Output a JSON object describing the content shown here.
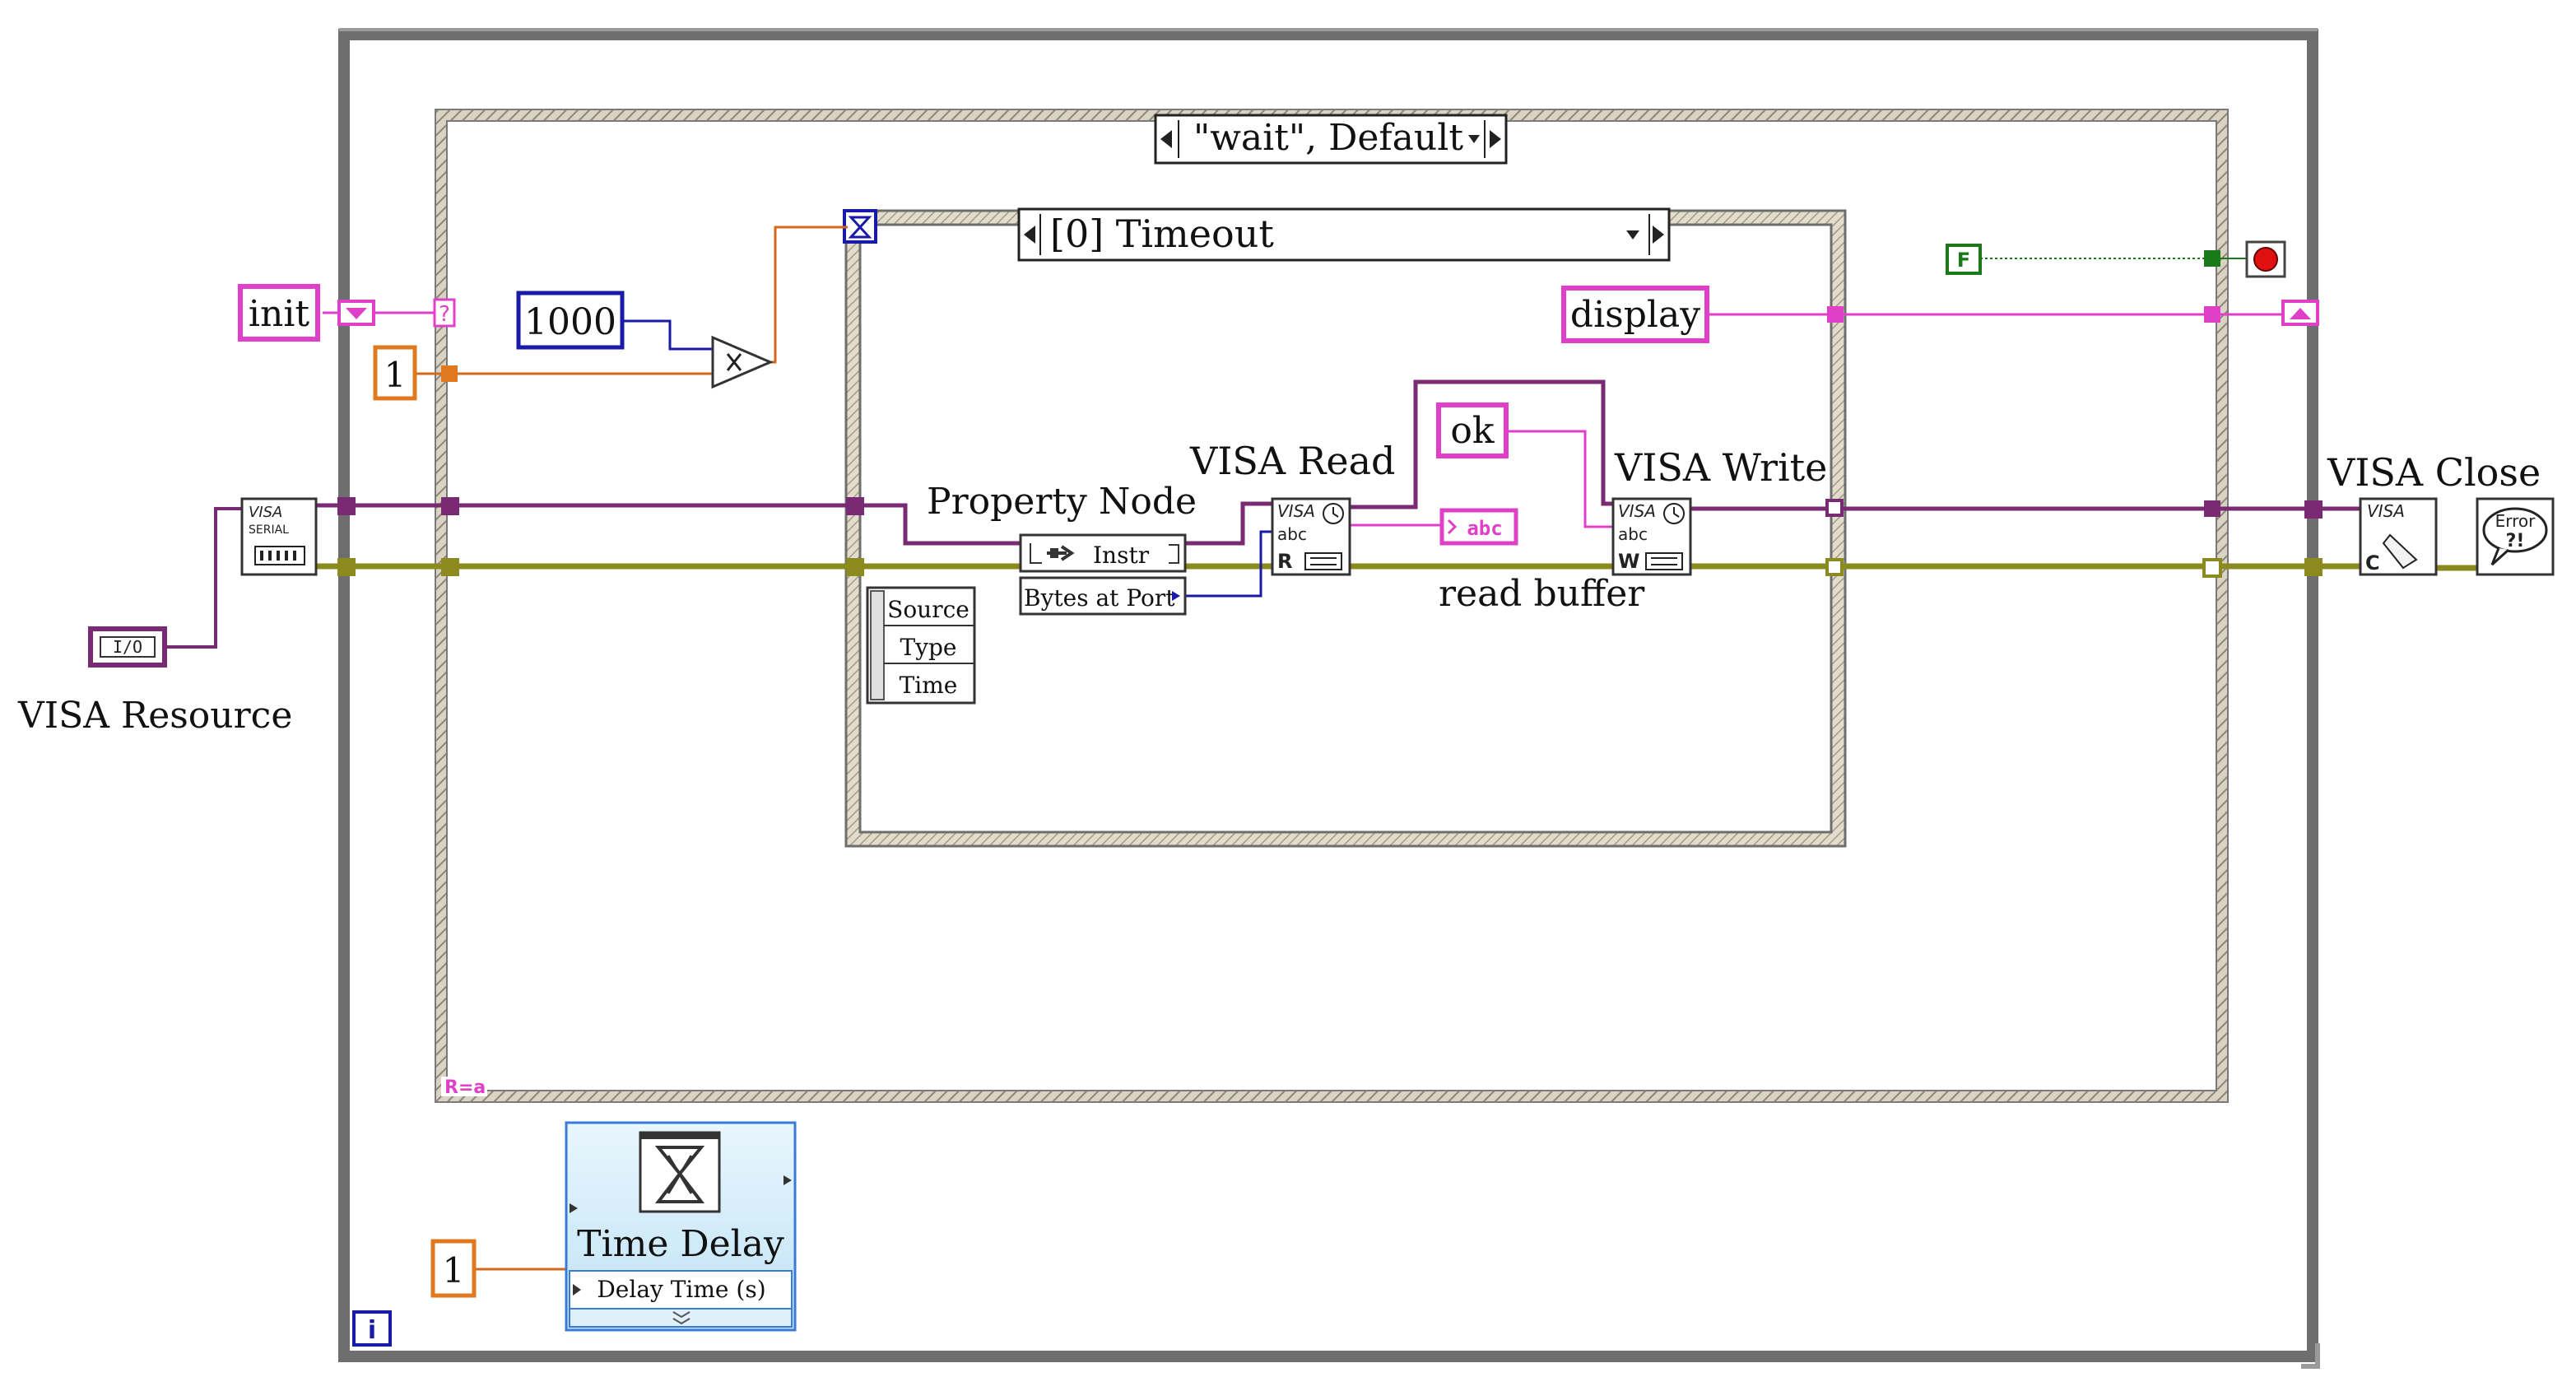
{
  "case_selector": {
    "label": "\"wait\", Default"
  },
  "event_selector": {
    "label": "[0] Timeout"
  },
  "constants": {
    "init": "init",
    "one_top": "1",
    "thousand": "1000",
    "display": "display",
    "ok": "ok",
    "one_bottom": "1",
    "false_const": "F"
  },
  "labels": {
    "visa_resource": "VISA Resource",
    "property_node": "Property Node",
    "visa_read": "VISA Read",
    "visa_write": "VISA Write",
    "visa_close": "VISA Close",
    "read_buffer": "read buffer"
  },
  "property_node": {
    "class": "Instr",
    "property": "Bytes at Port"
  },
  "event_data": [
    "Source",
    "Type",
    "Time"
  ],
  "time_delay": {
    "title": "Time Delay",
    "input": "Delay Time (s)"
  },
  "terminals": {
    "loop_iteration": "i",
    "case_tunnel_question": "?",
    "abc": "abc",
    "io_resource": "I/O",
    "visa_serial_1": "VISA",
    "visa_serial_2": "SERIAL",
    "visa_icon": "VISA",
    "abc_small": "abc",
    "r_letter": "R",
    "w_letter": "W",
    "c_letter": "C",
    "error_text": "Error",
    "error_mark": "?!",
    "shift_reg": "R=a"
  },
  "colors": {
    "string_wire": "#e040c8",
    "visa_wire": "#7a2a72",
    "error_wire": "#8a8a1e",
    "numeric_wire_int": "#1a1aa8",
    "numeric_wire_dbl": "#d2691e",
    "boolean_wire": "#1a7a1a",
    "structure_frame": "#6c6c6c"
  }
}
